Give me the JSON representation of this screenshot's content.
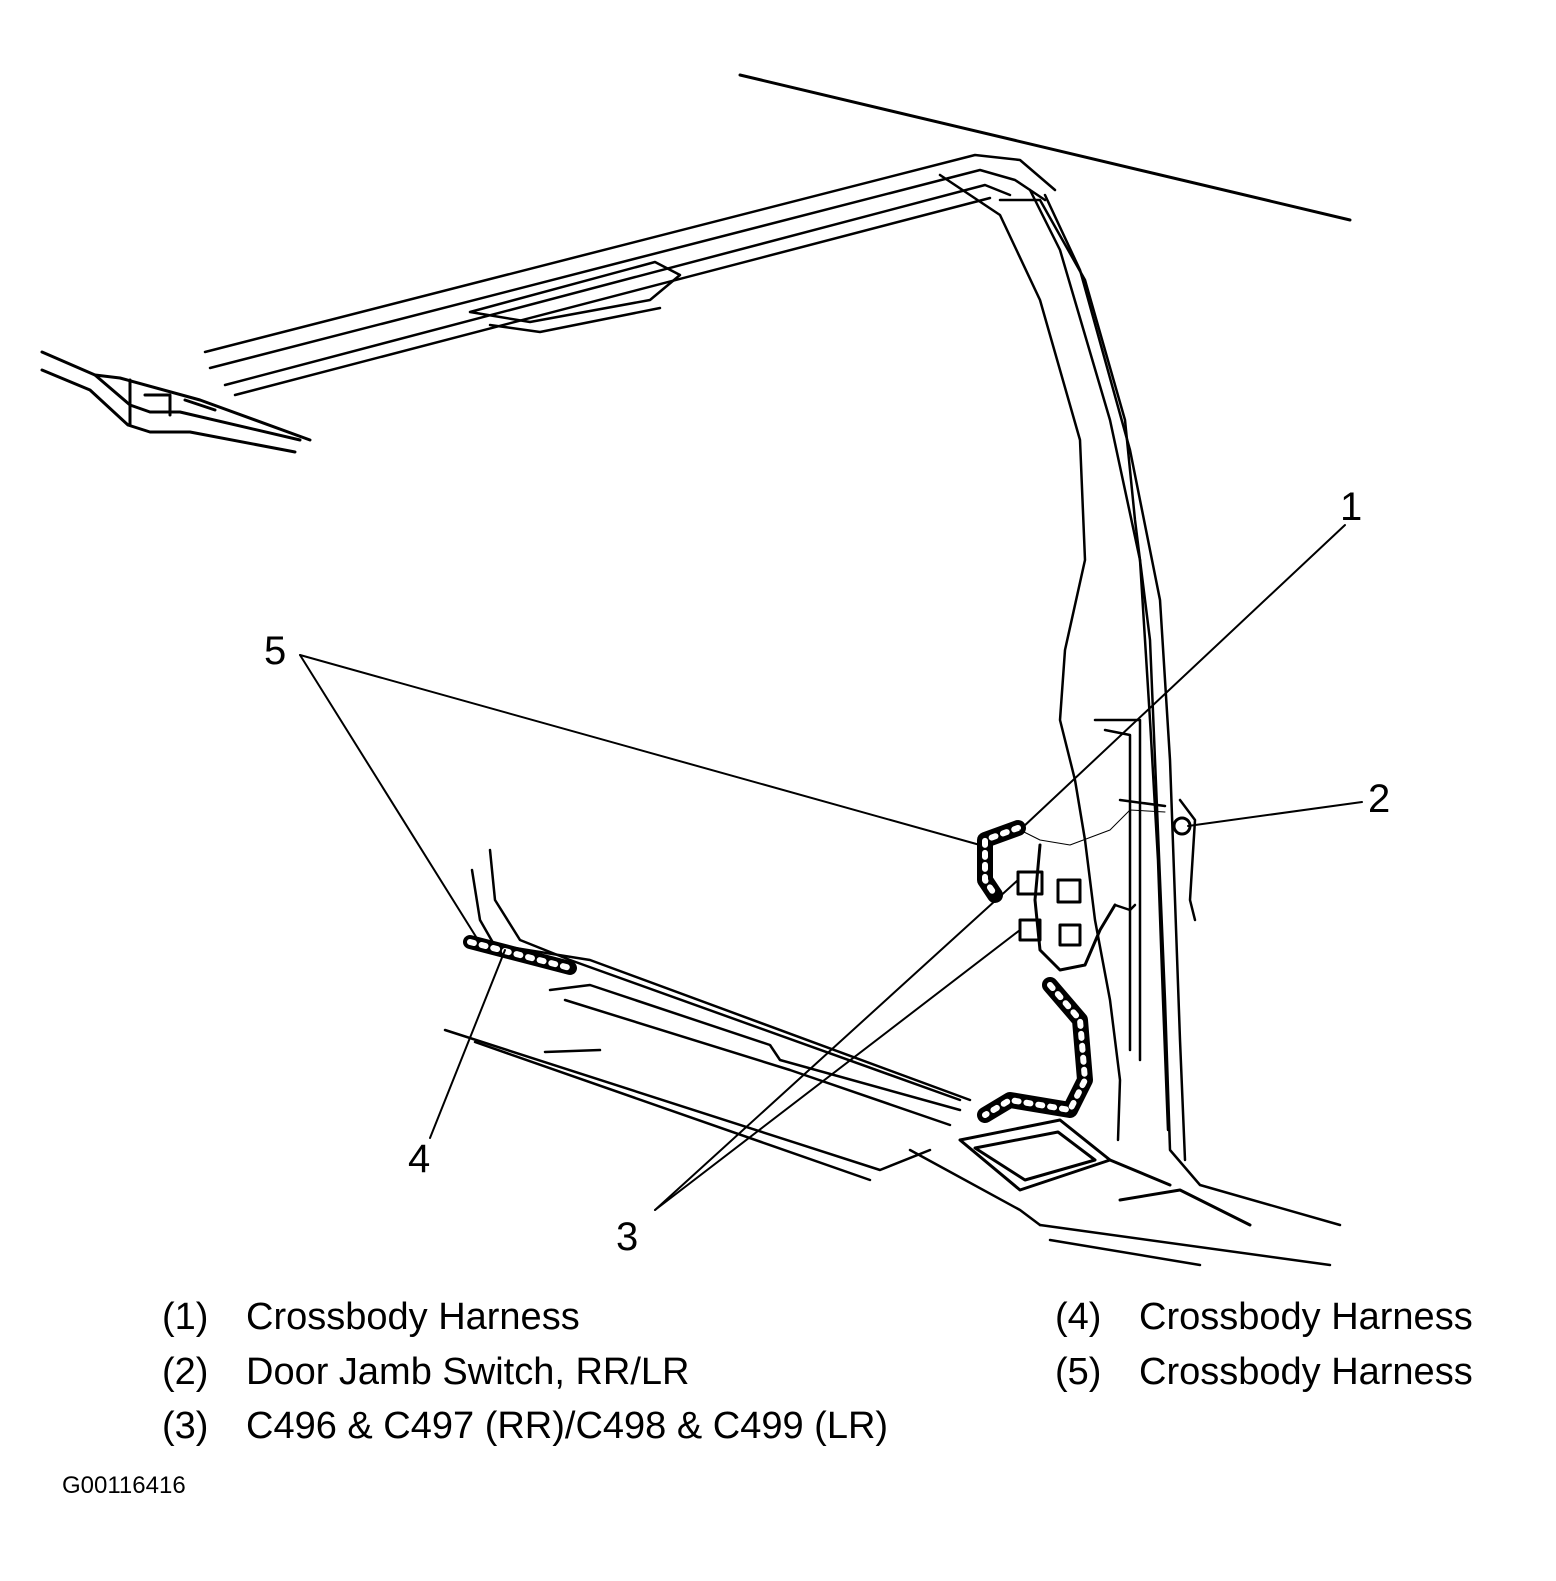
{
  "callouts": [
    {
      "id": "1",
      "text": "1"
    },
    {
      "id": "2",
      "text": "2"
    },
    {
      "id": "3",
      "text": "3"
    },
    {
      "id": "4",
      "text": "4"
    },
    {
      "id": "5",
      "text": "5"
    }
  ],
  "legend": [
    {
      "num": "(1)",
      "label": "Crossbody Harness"
    },
    {
      "num": "(2)",
      "label": "Door Jamb Switch, RR/LR"
    },
    {
      "num": "(3)",
      "label": "C496 & C497 (RR)/C498 & C499 (LR)"
    },
    {
      "num": "(4)",
      "label": "Crossbody Harness"
    },
    {
      "num": "(5)",
      "label": "Crossbody Harness"
    }
  ],
  "figure_id": "G00116416"
}
